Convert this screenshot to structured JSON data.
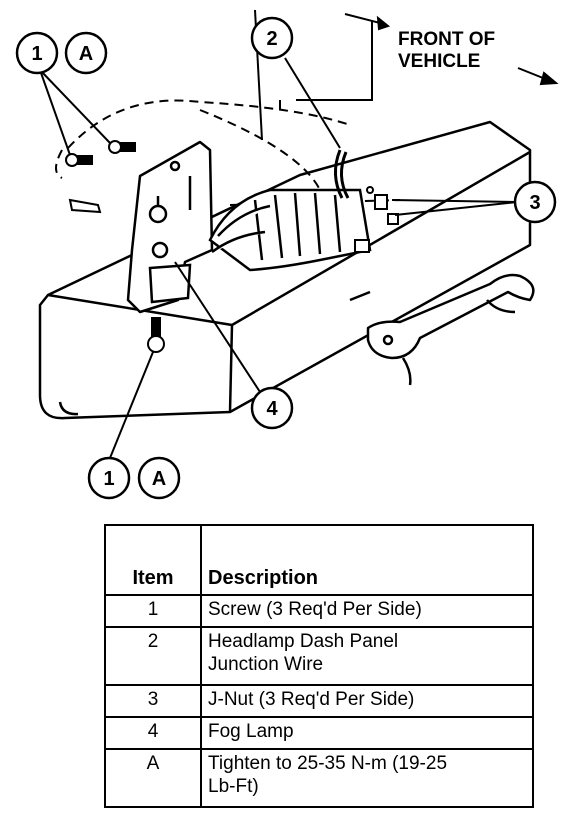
{
  "diagram": {
    "orientation_label_line1": "FRONT OF",
    "orientation_label_line2": "VEHICLE",
    "callouts": {
      "screw_top_number": "1",
      "screw_top_torque": "A",
      "wire_number": "2",
      "jnut_number": "3",
      "foglamp_number": "4",
      "screw_bottom_number": "1",
      "screw_bottom_torque": "A"
    }
  },
  "table": {
    "headers": {
      "item": "Item",
      "description": "Description"
    },
    "rows": [
      {
        "item": "1",
        "description": "Screw (3 Req'd Per Side)"
      },
      {
        "item": "2",
        "description_line1": "Headlamp Dash Panel",
        "description_line2": "Junction Wire"
      },
      {
        "item": "3",
        "description": "J-Nut (3 Req'd Per Side)"
      },
      {
        "item": "4",
        "description": "Fog Lamp"
      },
      {
        "item": "A",
        "description_line1": "Tighten to 25-35 N-m (19-25",
        "description_line2": "Lb-Ft)"
      }
    ]
  }
}
